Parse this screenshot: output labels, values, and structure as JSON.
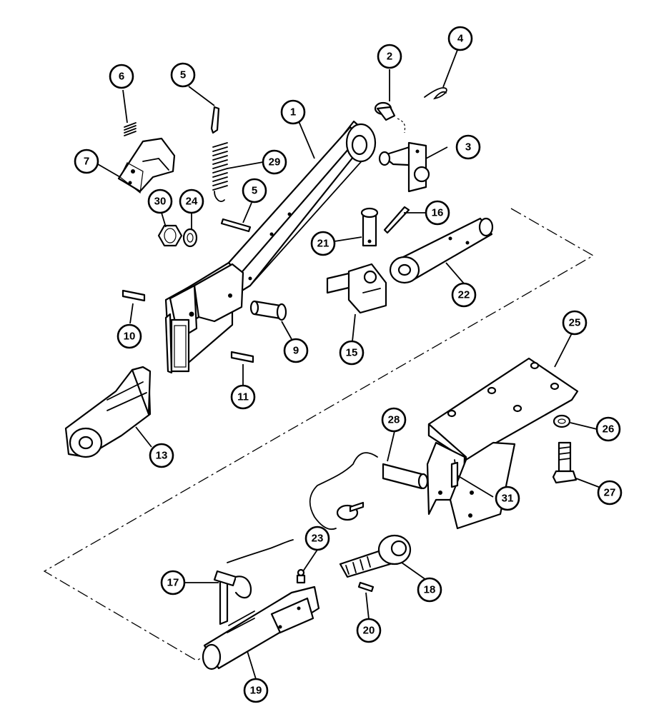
{
  "callouts": [
    {
      "id": "c1",
      "label": "1"
    },
    {
      "id": "c2",
      "label": "2"
    },
    {
      "id": "c3",
      "label": "3"
    },
    {
      "id": "c4",
      "label": "4"
    },
    {
      "id": "c5a",
      "label": "5"
    },
    {
      "id": "c5b",
      "label": "5"
    },
    {
      "id": "c6",
      "label": "6"
    },
    {
      "id": "c7",
      "label": "7"
    },
    {
      "id": "c9",
      "label": "9"
    },
    {
      "id": "c10",
      "label": "10"
    },
    {
      "id": "c11",
      "label": "11"
    },
    {
      "id": "c13",
      "label": "13"
    },
    {
      "id": "c15",
      "label": "15"
    },
    {
      "id": "c16",
      "label": "16"
    },
    {
      "id": "c17",
      "label": "17"
    },
    {
      "id": "c18",
      "label": "18"
    },
    {
      "id": "c19",
      "label": "19"
    },
    {
      "id": "c20",
      "label": "20"
    },
    {
      "id": "c21",
      "label": "21"
    },
    {
      "id": "c22",
      "label": "22"
    },
    {
      "id": "c23",
      "label": "23"
    },
    {
      "id": "c24",
      "label": "24"
    },
    {
      "id": "c25",
      "label": "25"
    },
    {
      "id": "c26",
      "label": "26"
    },
    {
      "id": "c27",
      "label": "27"
    },
    {
      "id": "c28",
      "label": "28"
    },
    {
      "id": "c29",
      "label": "29"
    },
    {
      "id": "c30",
      "label": "30"
    },
    {
      "id": "c31",
      "label": "31"
    }
  ]
}
